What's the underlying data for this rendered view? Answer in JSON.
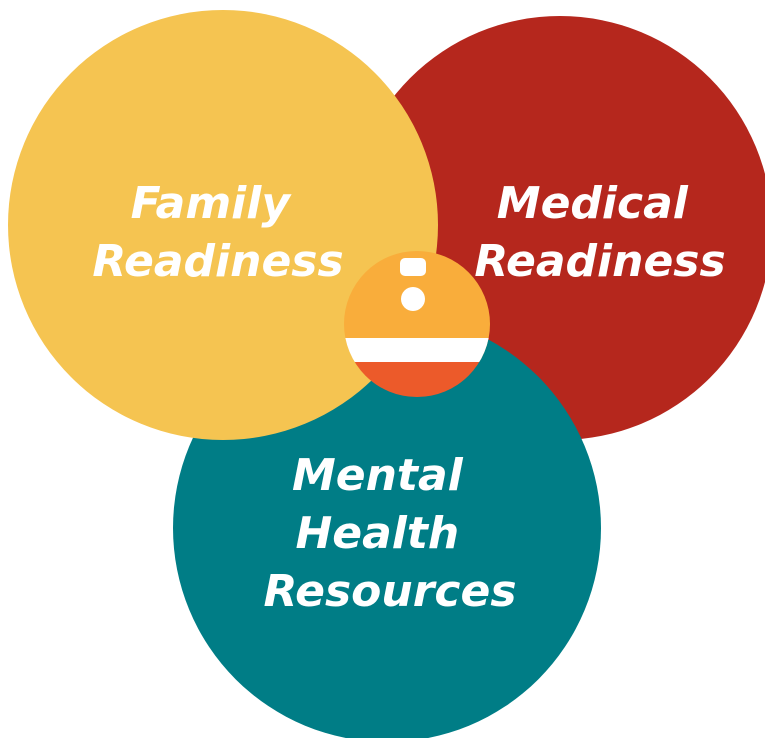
{
  "circles": {
    "family": {
      "line1": "Family",
      "line2": "Readiness",
      "color": "#f5c451"
    },
    "medical": {
      "line1": "Medical",
      "line2": "Readiness",
      "color": "#b5271d"
    },
    "mental": {
      "line1": "Mental",
      "line2": "Health",
      "line3": "Resources",
      "color": "#007d86"
    }
  },
  "center_icon": {
    "name": "buoy-person-icon",
    "colors": {
      "top": "#f9ad3b",
      "band": "#ffffff",
      "bottom": "#ec5a2a"
    }
  }
}
